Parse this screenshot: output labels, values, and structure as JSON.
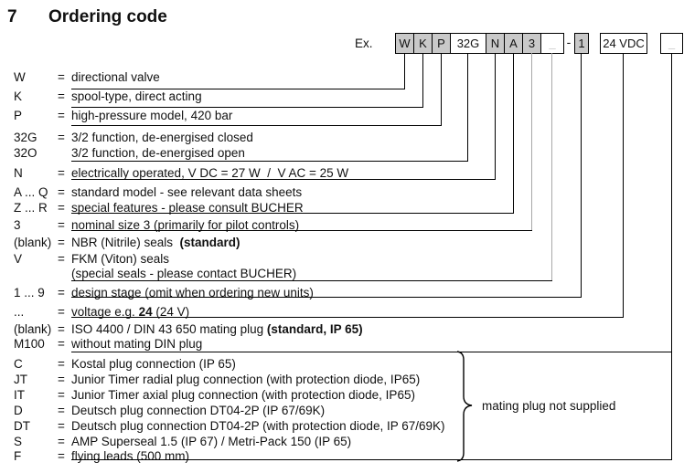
{
  "heading": {
    "number": "7",
    "title": "Ordering code"
  },
  "example_label": "Ex.",
  "separator": "-",
  "colors": {
    "box_fill": "#c9c9c9",
    "muted_gray": "#a8a8a8",
    "ink": "#111111"
  },
  "code_boxes": [
    {
      "text": "W",
      "shaded": true,
      "blank": false
    },
    {
      "text": "K",
      "shaded": true,
      "blank": false
    },
    {
      "text": "P",
      "shaded": true,
      "blank": false
    },
    {
      "text": "32G",
      "shaded": false,
      "blank": false
    },
    {
      "text": "N",
      "shaded": true,
      "blank": false
    },
    {
      "text": "A",
      "shaded": true,
      "blank": false
    },
    {
      "text": "3",
      "shaded": true,
      "blank": false
    },
    {
      "text": "_",
      "shaded": false,
      "blank": true
    },
    {
      "text": "1",
      "shaded": true,
      "blank": false
    },
    {
      "text": "24 VDC",
      "shaded": false,
      "blank": false
    },
    {
      "text": "_",
      "shaded": false,
      "blank": true
    }
  ],
  "rows": [
    {
      "label": "W",
      "eq": "=",
      "desc": "directional valve"
    },
    {
      "label": "K",
      "eq": "=",
      "desc": "spool-type, direct acting"
    },
    {
      "label": "P",
      "eq": "=",
      "desc": "high-pressure model, 420 bar"
    },
    {
      "label": "32G",
      "eq": "=",
      "desc": "3/2 function, de-energised closed"
    },
    {
      "label": "32O",
      "eq": "",
      "desc": "3/2 function, de-energised open"
    },
    {
      "label": "N",
      "eq": "=",
      "desc": "electrically operated, V DC = 27 W  /  V AC = 25 W"
    },
    {
      "label": "A ... Q",
      "eq": "=",
      "desc": "standard model - see relevant data sheets"
    },
    {
      "label": "Z ... R",
      "eq": "=",
      "desc": "special features - please consult BUCHER"
    },
    {
      "label": "3",
      "eq": "=",
      "desc": "nominal size 3 (primarily for pilot controls)"
    },
    {
      "label": "(blank)",
      "eq": "=",
      "desc_pre": "NBR (Nitrile) seals  ",
      "desc_bold": "(standard)",
      "desc_post": ""
    },
    {
      "label": "V",
      "eq": "=",
      "desc": "FKM (Viton) seals"
    },
    {
      "label": "",
      "eq": "",
      "desc": "(special seals - please contact BUCHER)"
    },
    {
      "label": "1 ... 9",
      "eq": "=",
      "desc": "design stage (omit when ordering new units)"
    },
    {
      "label": "...",
      "eq": "=",
      "desc_pre": "voltage e.g. ",
      "desc_bold": "24",
      "desc_post": " (24 V)"
    },
    {
      "label": "(blank)",
      "eq": "=",
      "desc_pre": "ISO 4400 / DIN 43 650 mating plug ",
      "desc_bold": "(standard, IP 65)",
      "desc_post": ""
    },
    {
      "label": "M100",
      "eq": "=",
      "desc": "without mating DIN plug"
    },
    {
      "label": "C",
      "eq": "=",
      "desc": "Kostal plug connection (IP 65)"
    },
    {
      "label": "JT",
      "eq": "=",
      "desc": "Junior Timer radial plug connection (with protection diode, IP65)"
    },
    {
      "label": "IT",
      "eq": "=",
      "desc": "Junior Timer axial plug connection (with protection diode, IP65)"
    },
    {
      "label": "D",
      "eq": "=",
      "desc": "Deutsch plug connection DT04-2P (IP 67/69K)"
    },
    {
      "label": "DT",
      "eq": "=",
      "desc": "Deutsch plug connection DT04-2P (with protection diode, IP 67/69K)"
    },
    {
      "label": "S",
      "eq": "=",
      "desc": "AMP Superseal 1.5 (IP 67) / Metri-Pack 150 (IP 65)"
    },
    {
      "label": "F",
      "eq": "=",
      "desc": "flying leads (500 mm)"
    }
  ],
  "brace_note": "mating plug not supplied"
}
